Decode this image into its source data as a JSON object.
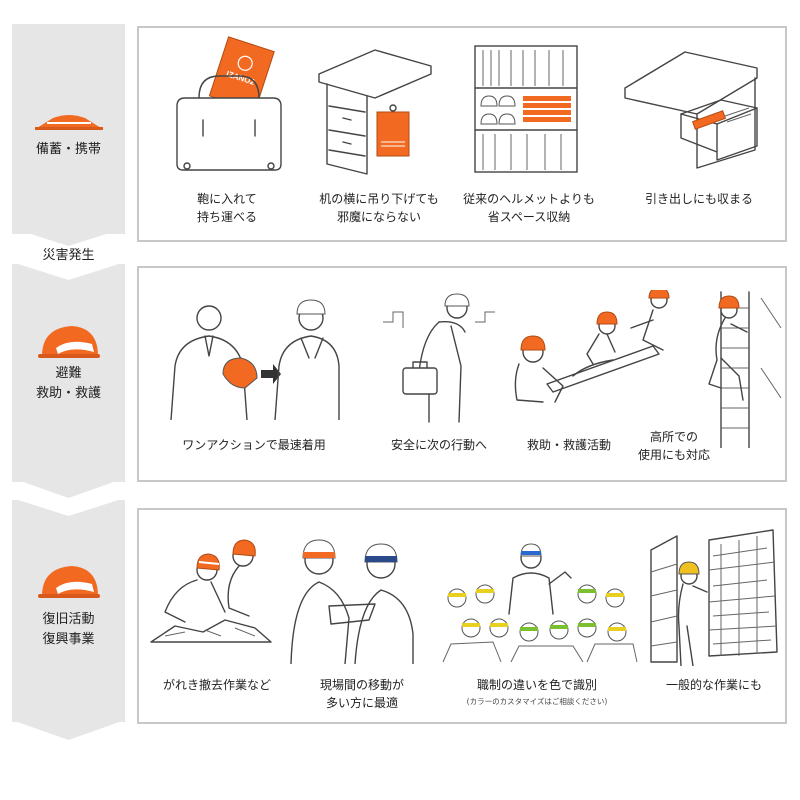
{
  "colors": {
    "accent": "#f26a22",
    "sidebar": "#e6e6e6",
    "border": "#c8c8c8"
  },
  "stages": {
    "stockpile": {
      "label": "備蓄・携帯",
      "icon": "folded-helmet-icon"
    },
    "disaster": {
      "label": "災害発生"
    },
    "evacuation": {
      "label_line1": "避難",
      "label_line2": "救助・救護",
      "icon": "helmet-icon"
    },
    "recovery": {
      "label_line1": "復旧活動",
      "label_line2": "復興事業",
      "icon": "helmet-icon"
    }
  },
  "panel1": {
    "items": [
      {
        "line1": "鞄に入れて",
        "line2": "持ち運べる",
        "icon": "bag-with-helmet-icon",
        "pack_text": "IZANO2"
      },
      {
        "line1": "机の横に吊り下げても",
        "line2": "邪魔にならない",
        "icon": "desk-hanging-helmet-icon"
      },
      {
        "line1": "従来のヘルメットよりも",
        "line2": "省スペース収納",
        "icon": "shelf-storage-icon"
      },
      {
        "line1": "引き出しにも収まる",
        "icon": "drawer-storage-icon"
      }
    ]
  },
  "panel2": {
    "items": [
      {
        "line1": "ワンアクションで最速着用",
        "icon": "one-action-wear-icon"
      },
      {
        "line1": "安全に次の行動へ",
        "icon": "evacuating-worker-icon"
      },
      {
        "line1": "救助・救護活動",
        "icon": "stretcher-rescue-icon"
      },
      {
        "line1": "高所での",
        "line2": "使用にも対応",
        "icon": "ladder-climb-icon"
      }
    ]
  },
  "panel3": {
    "items": [
      {
        "line1": "がれき撤去作業など",
        "icon": "rubble-removal-icon"
      },
      {
        "line1": "現場間の移動が",
        "line2": "多い方に最適",
        "icon": "site-moving-icon"
      },
      {
        "line1": "職制の違いを色で識別",
        "note": "(カラーのカスタマイズはご相談ください)",
        "icon": "color-coded-team-icon"
      },
      {
        "line1": "一般的な作業にも",
        "icon": "warehouse-work-icon"
      }
    ]
  }
}
